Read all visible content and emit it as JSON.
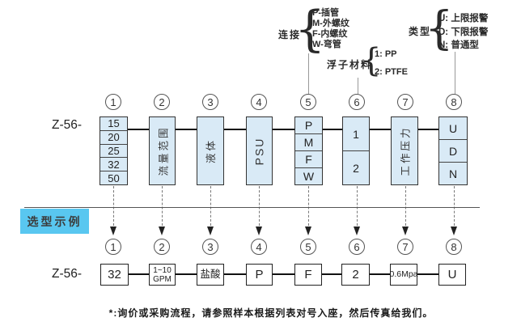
{
  "colors": {
    "box_fill": "#d9eaf6",
    "highlight": "#59c7f0",
    "line": "#111111"
  },
  "brace_glyph": "{",
  "annotations": {
    "connection": {
      "label": "连接",
      "items": [
        "P-插管",
        "M-外螺纹",
        "F-内螺纹",
        "W-弯管"
      ]
    },
    "float_material": {
      "label": "浮子材料",
      "items": [
        "1: PP",
        "2: PTFE"
      ]
    },
    "alarm_type": {
      "label": "类型",
      "items": [
        "U: 上限报警",
        "D: 下限报警",
        "N: 普通型"
      ]
    }
  },
  "diagram": {
    "prefix": "Z-56-",
    "position_numbers": [
      "1",
      "2",
      "3",
      "4",
      "5",
      "6",
      "7",
      "8"
    ],
    "columns": {
      "c1": {
        "options": [
          "15",
          "20",
          "25",
          "32",
          "50"
        ]
      },
      "c2": {
        "label": "流量范围"
      },
      "c3": {
        "label": "液体"
      },
      "c4": {
        "label": "PSU"
      },
      "c5": {
        "options": [
          "P",
          "M",
          "F",
          "W"
        ]
      },
      "c6": {
        "options": [
          "1",
          "2"
        ]
      },
      "c7": {
        "label": "工作压力"
      },
      "c8": {
        "options": [
          "U",
          "D",
          "N"
        ]
      }
    }
  },
  "example": {
    "section_label": "选型示例",
    "prefix": "Z-56-",
    "values": {
      "v1": "32",
      "v2a": "1~10",
      "v2b": "GPM",
      "v3": "盐酸",
      "v4": "P",
      "v5": "F",
      "v6": "2",
      "v7": "0.6Mpa",
      "v8": "U"
    }
  },
  "footnote": "*:询价或采购流程，请参照样本根据列表对号入座，然后传真给我们。"
}
